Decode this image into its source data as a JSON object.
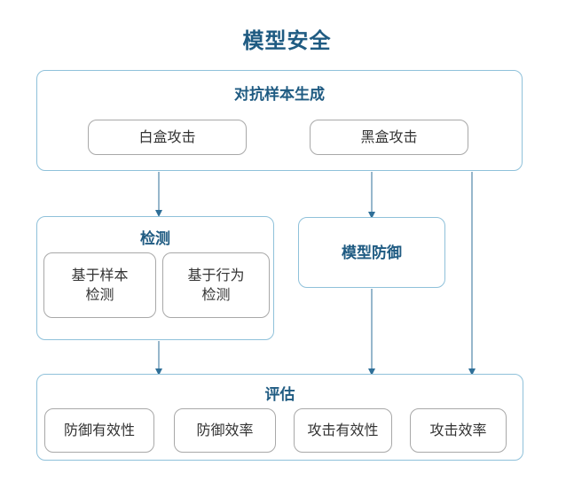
{
  "title": "模型安全",
  "adversarial": {
    "label": "对抗样本生成",
    "white_box": "白盒攻击",
    "black_box": "黑盒攻击"
  },
  "detection": {
    "label": "检测",
    "sample_based": [
      "基于样本",
      "检测"
    ],
    "behavior_based": [
      "基于行为",
      "检测"
    ]
  },
  "defense": {
    "label": "模型防御"
  },
  "evaluation": {
    "label": "评估",
    "items": [
      "防御有效性",
      "防御效率",
      "攻击有效性",
      "攻击效率"
    ]
  },
  "colors": {
    "title": "#1f5b82",
    "group_border": "#8fc1da",
    "box_border": "#a8a8a8",
    "arrow": "#2f6f98"
  }
}
